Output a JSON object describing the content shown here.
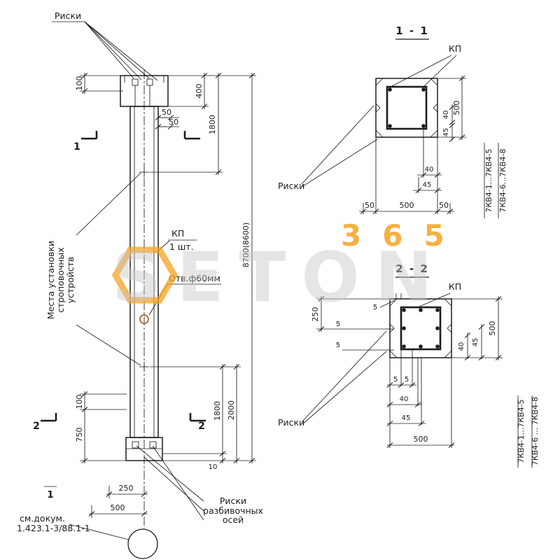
{
  "colors": {
    "ink": "#1c1c1c",
    "accent": "#f6a21f",
    "hole": "#aa6428",
    "wm_gray": "#c6c6c6"
  },
  "watermark": {
    "brand": "SETON",
    "number": "365"
  },
  "elevation": {
    "riski_top": "Риски",
    "cut1": "1",
    "cut2_left": "2",
    "cut2_right": "2",
    "strap1": "Места установки",
    "strap2": "строповочных",
    "strap3": "устройств",
    "kp": "КП",
    "kp_qty": "1 шт.",
    "hole": "Отв.ф60мм",
    "axes1": "Риски",
    "axes2": "разбивочных",
    "axes3": "осей",
    "doc1": "см.докум.",
    "doc2": "1.423.1-3/88.1-1",
    "datum": "1",
    "dims": {
      "top100": "100",
      "d400": "400",
      "d1800t": "1800",
      "d50a": "50",
      "d50b": "50",
      "total": "8700(8600)",
      "bot100": "100",
      "d750": "750",
      "d1800b": "1800",
      "d2000": "2000",
      "d10": "10",
      "d250": "250",
      "d500": "500"
    }
  },
  "sec11": {
    "title": "1 - 1",
    "kp": "КП",
    "riski": "Риски",
    "dims": {
      "right500": "500",
      "right40": "40",
      "right45": "45",
      "bot40": "40",
      "bot45": "45",
      "bot50l": "50",
      "bot500": "500",
      "bot50r": "50"
    },
    "series_a": "7КВ4-1...7КВ4-5",
    "series_b": "7КВ4-6...7КВ4-8"
  },
  "sec22": {
    "title": "2 - 2",
    "kp": "КП",
    "riski": "Риски",
    "dims": {
      "d250": "250",
      "top5": "5",
      "left5a": "5",
      "left5b": "5",
      "bot5a": "5",
      "bot5b": "5",
      "right40": "40",
      "right45": "45",
      "right500": "500",
      "bot40": "40",
      "bot45": "45",
      "bot500": "500"
    },
    "series_a": "7КВ4-1...7КВ4-5",
    "series_b": "7КВ4-6 ... 7КВ4-8"
  }
}
